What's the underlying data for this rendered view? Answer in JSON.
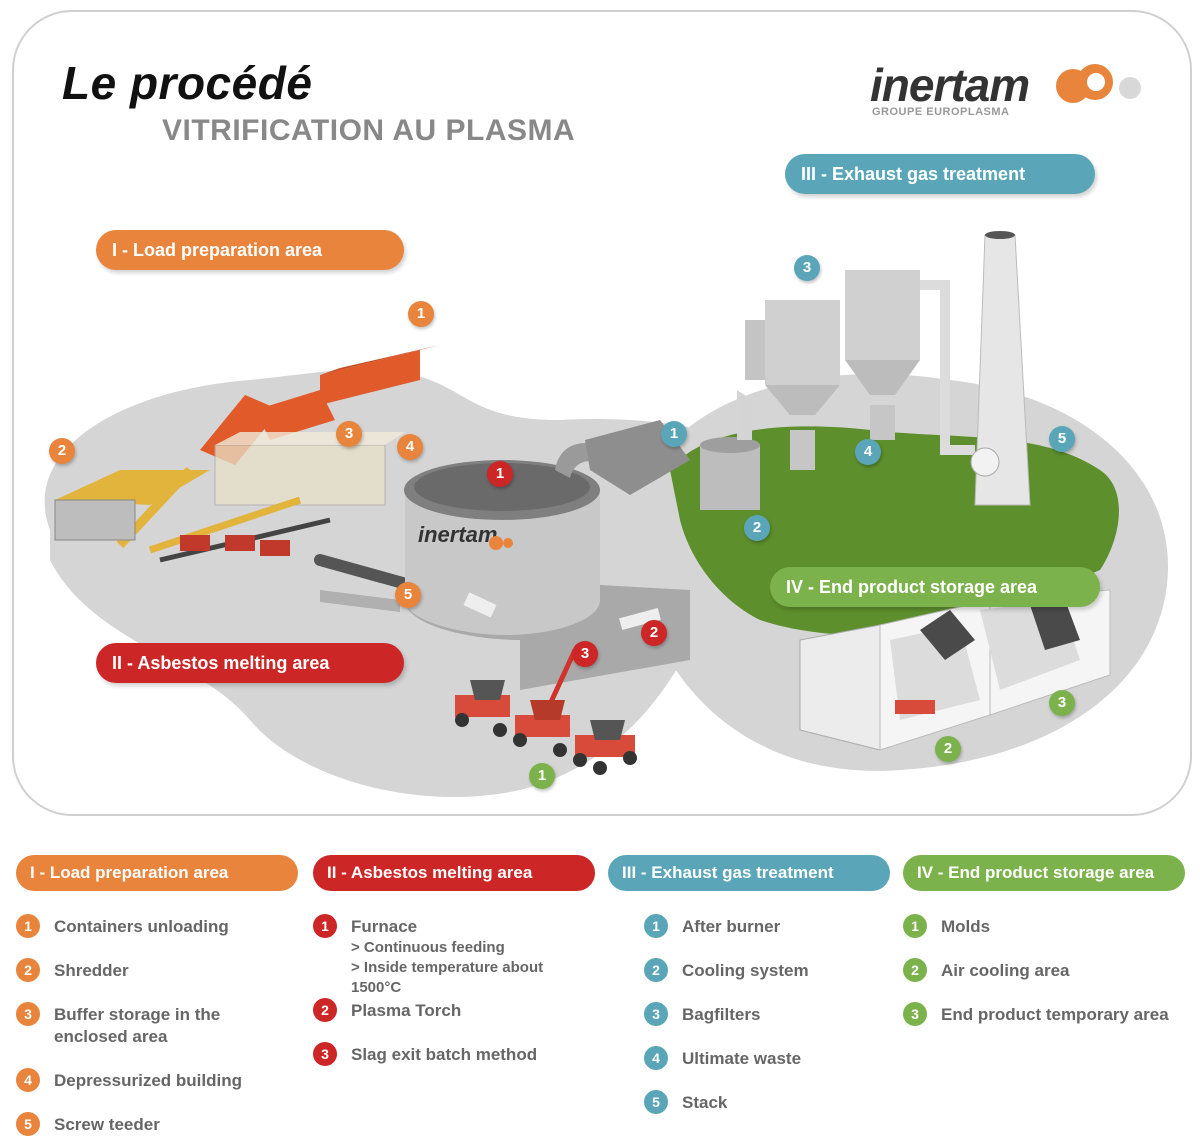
{
  "title": "Le procédé",
  "subtitle": "VITRIFICATION AU PLASMA",
  "logo": {
    "word": "inertam",
    "tagline": "GROUPE EUROPLASMA"
  },
  "furnace_logo": "inertam",
  "colors": {
    "orange": "#e8843c",
    "red": "#cc2626",
    "blue": "#5aa6b8",
    "green": "#7cb24c",
    "grey_ground": "#d4d4d4"
  },
  "areas": {
    "load": "I - Load preparation area",
    "melting": "II - Asbestos melting area",
    "exhaust": "III - Exhaust gas treatment",
    "storage": "IV - End product storage area"
  },
  "markers": {
    "load": [
      "1",
      "2",
      "3",
      "4",
      "5"
    ],
    "melting": [
      "1",
      "2",
      "3"
    ],
    "exhaust": [
      "1",
      "2",
      "3",
      "4",
      "5"
    ],
    "storage": [
      "1",
      "2",
      "3"
    ]
  },
  "legend": {
    "load": {
      "title": "I - Load preparation area",
      "items": [
        {
          "n": "1",
          "label": "Containers unloading"
        },
        {
          "n": "2",
          "label": "Shredder"
        },
        {
          "n": "3",
          "label": "Buffer storage in the",
          "line2": "enclosed area"
        },
        {
          "n": "4",
          "label": "Depressurized building"
        },
        {
          "n": "5",
          "label": "Screw teeder"
        }
      ]
    },
    "melting": {
      "title": "II - Asbestos melting area",
      "items": [
        {
          "n": "1",
          "label": "Furnace",
          "line2": "> Continuous feeding",
          "line3": "> Inside temperature about 1500°C"
        },
        {
          "n": "2",
          "label": "Plasma Torch"
        },
        {
          "n": "3",
          "label": "Slag exit batch method"
        }
      ]
    },
    "exhaust": {
      "title": "III - Exhaust gas treatment",
      "items": [
        {
          "n": "1",
          "label": "After burner"
        },
        {
          "n": "2",
          "label": "Cooling system"
        },
        {
          "n": "3",
          "label": "Bagfilters"
        },
        {
          "n": "4",
          "label": "Ultimate waste"
        },
        {
          "n": "5",
          "label": "Stack"
        }
      ]
    },
    "storage": {
      "title": "IV - End product storage area",
      "items": [
        {
          "n": "1",
          "label": "Molds"
        },
        {
          "n": "2",
          "label": "Air cooling area"
        },
        {
          "n": "3",
          "label": "End product temporary area"
        }
      ]
    }
  }
}
